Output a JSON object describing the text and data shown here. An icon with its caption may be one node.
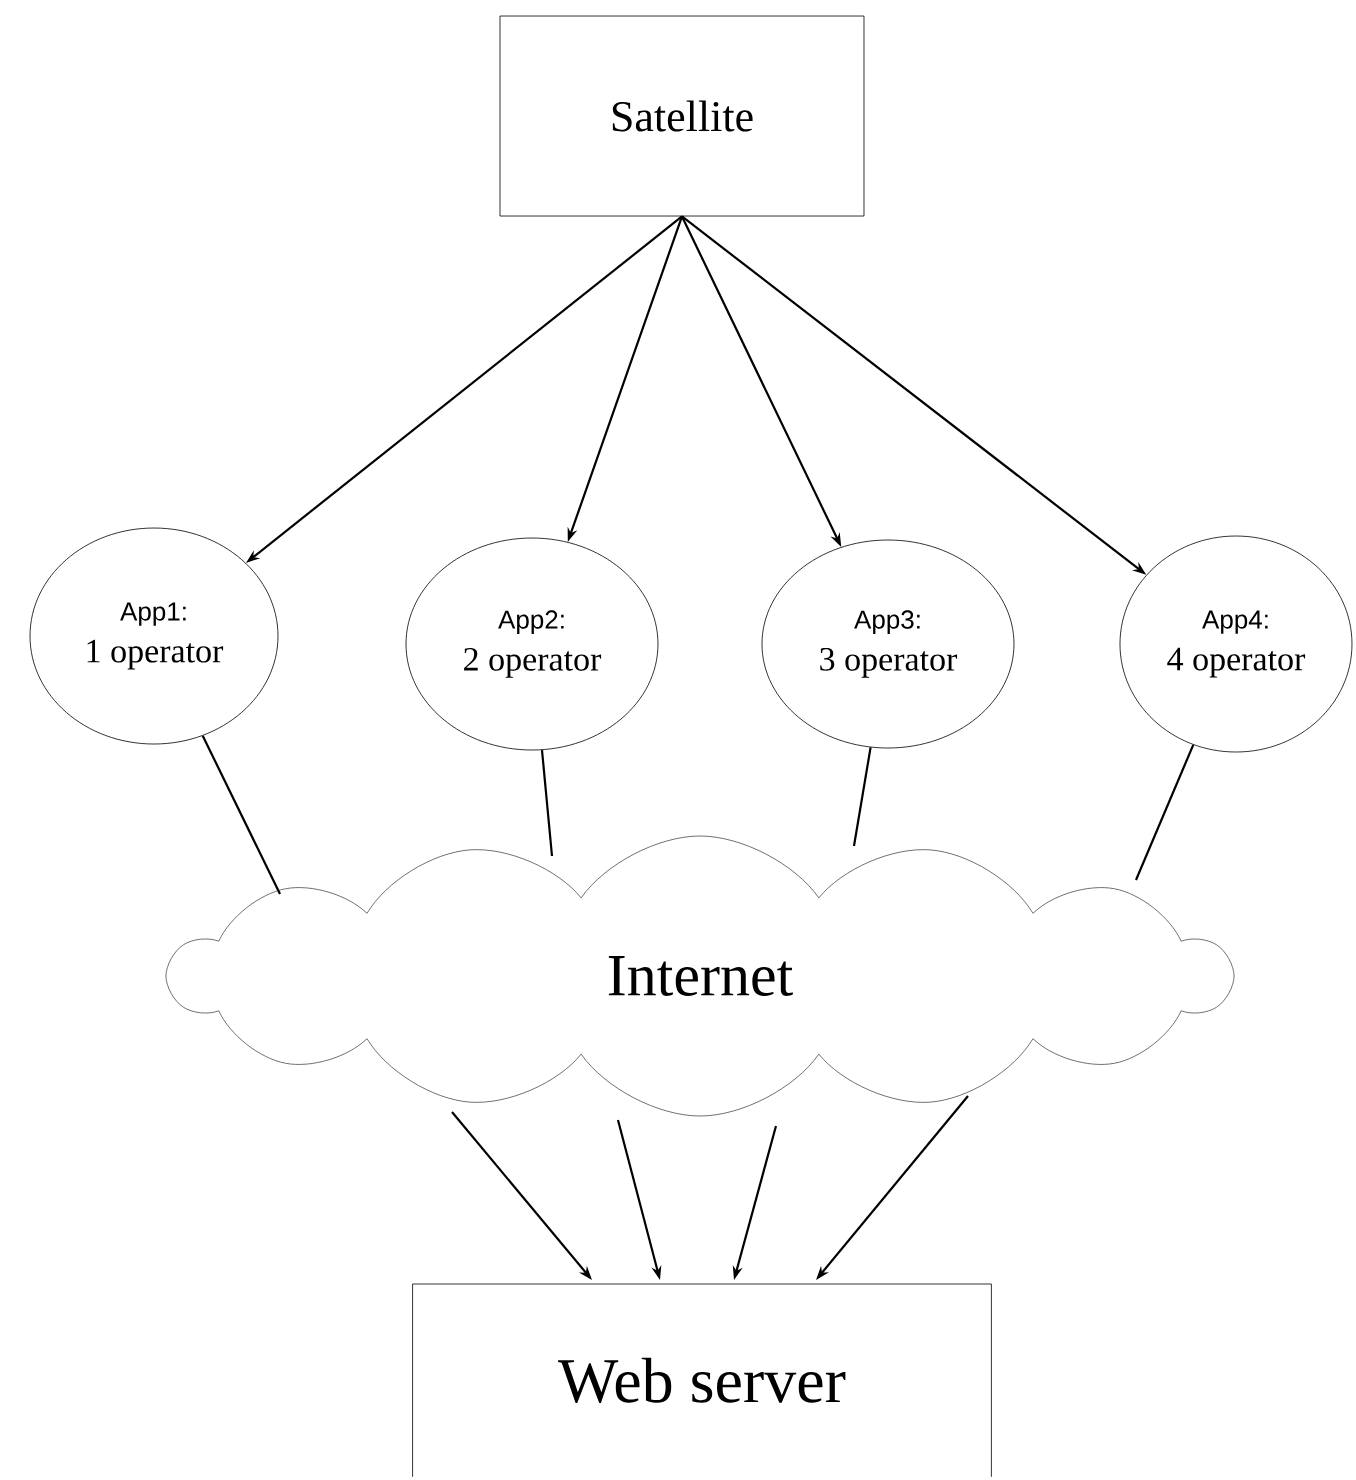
{
  "diagram": {
    "nodes": [
      {
        "text": [
          "Satellite"
        ]
      },
      {
        "text": [
          "App1:",
          "1 operator"
        ]
      },
      {
        "text": [
          "App2:",
          "2 operator"
        ]
      },
      {
        "text": [
          "App3:",
          "3 operator"
        ]
      },
      {
        "text": [
          "App4:",
          "4 operator"
        ]
      },
      {
        "text": [
          "Internet"
        ]
      },
      {
        "text": [
          "Web server"
        ]
      }
    ],
    "edges": [
      {
        "from": 0,
        "to": 1,
        "arrow": "to"
      },
      {
        "from": 0,
        "to": 2,
        "arrow": "to"
      },
      {
        "from": 0,
        "to": 3,
        "arrow": "to"
      },
      {
        "from": 0,
        "to": 4,
        "arrow": "to"
      },
      {
        "from": 1,
        "to": 5,
        "arrow": "none"
      },
      {
        "from": 2,
        "to": 5,
        "arrow": "none"
      },
      {
        "from": 3,
        "to": 5,
        "arrow": "none"
      },
      {
        "from": 4,
        "to": 5,
        "arrow": "none"
      },
      {
        "from": 5,
        "to": 6,
        "arrow": "to"
      },
      {
        "from": 5,
        "to": 6,
        "arrow": "to"
      },
      {
        "from": 5,
        "to": 6,
        "arrow": "to"
      },
      {
        "from": 5,
        "to": 6,
        "arrow": "to"
      }
    ]
  }
}
